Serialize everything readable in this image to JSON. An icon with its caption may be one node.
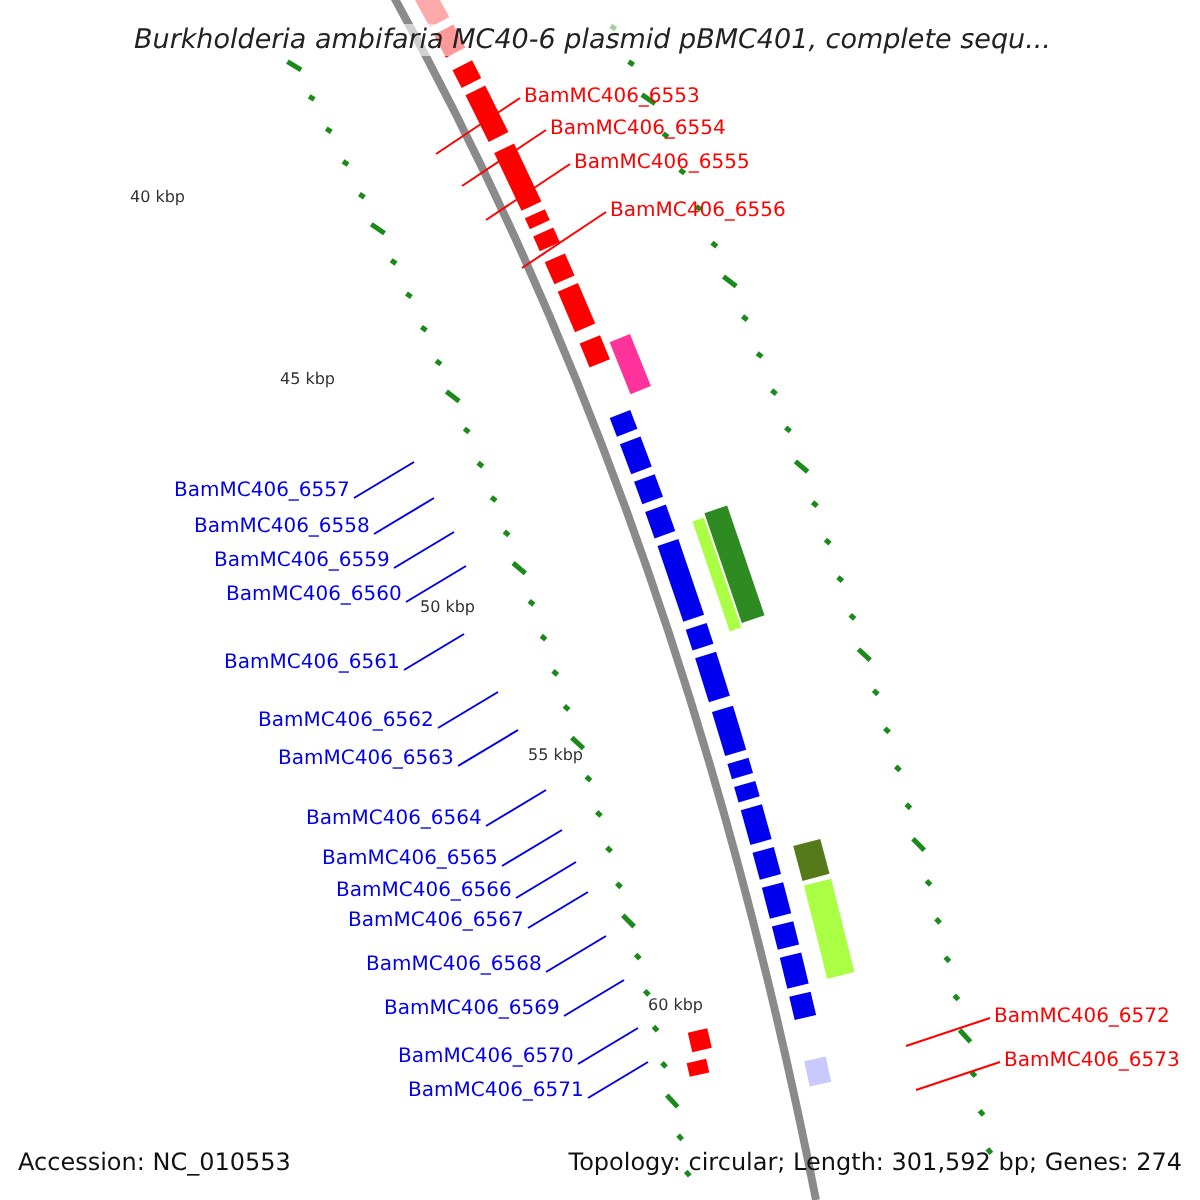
{
  "diagram": {
    "title": "Burkholderia ambifaria MC40-6 plasmid pBMC401, complete sequ...",
    "nodes": [
      {
        "text": [
          "BamMC406_6553"
        ]
      },
      {
        "text": [
          "BamMC406_6554"
        ]
      },
      {
        "text": [
          "BamMC406_6555"
        ]
      },
      {
        "text": [
          "BamMC406_6556"
        ]
      },
      {
        "text": [
          "BamMC406_6557"
        ]
      },
      {
        "text": [
          "BamMC406_6558"
        ]
      },
      {
        "text": [
          "BamMC406_6559"
        ]
      },
      {
        "text": [
          "BamMC406_6560"
        ]
      },
      {
        "text": [
          "BamMC406_6561"
        ]
      },
      {
        "text": [
          "BamMC406_6562"
        ]
      },
      {
        "text": [
          "BamMC406_6563"
        ]
      },
      {
        "text": [
          "BamMC406_6564"
        ]
      },
      {
        "text": [
          "BamMC406_6565"
        ]
      },
      {
        "text": [
          "BamMC406_6566"
        ]
      },
      {
        "text": [
          "BamMC406_6567"
        ]
      },
      {
        "text": [
          "BamMC406_6568"
        ]
      },
      {
        "text": [
          "BamMC406_6569"
        ]
      },
      {
        "text": [
          "BamMC406_6570"
        ]
      },
      {
        "text": [
          "BamMC406_6571"
        ]
      },
      {
        "text": [
          "BamMC406_6572"
        ]
      },
      {
        "text": [
          "BamMC406_6573"
        ]
      }
    ],
    "edges": [
      {
        "from": 0,
        "to": null,
        "arrow": "none",
        "color": "#ff0000"
      },
      {
        "from": 1,
        "to": null,
        "arrow": "none",
        "color": "#ff0000"
      },
      {
        "from": 2,
        "to": null,
        "arrow": "none",
        "color": "#ff0000"
      },
      {
        "from": 3,
        "to": null,
        "arrow": "none",
        "color": "#ff0000"
      },
      {
        "from": 4,
        "to": null,
        "arrow": "none"
      },
      {
        "from": 5,
        "to": null,
        "arrow": "none"
      },
      {
        "from": 6,
        "to": null,
        "arrow": "none"
      },
      {
        "from": 7,
        "to": null,
        "arrow": "none"
      },
      {
        "from": 8,
        "to": null,
        "arrow": "none"
      },
      {
        "from": 9,
        "to": null,
        "arrow": "none"
      },
      {
        "from": 10,
        "to": null,
        "arrow": "none"
      },
      {
        "from": 11,
        "to": null,
        "arrow": "none"
      },
      {
        "from": 12,
        "to": null,
        "arrow": "none"
      },
      {
        "from": 13,
        "to": null,
        "arrow": "none"
      },
      {
        "from": 14,
        "to": null,
        "arrow": "none"
      },
      {
        "from": 15,
        "to": null,
        "arrow": "none"
      },
      {
        "from": 16,
        "to": null,
        "arrow": "none"
      },
      {
        "from": 17,
        "to": null,
        "arrow": "none"
      },
      {
        "from": 18,
        "to": null,
        "arrow": "none"
      },
      {
        "from": 19,
        "to": null,
        "arrow": "none",
        "color": "#ff0000"
      },
      {
        "from": 20,
        "to": null,
        "arrow": "none",
        "color": "#ff0000"
      }
    ],
    "labels": [
      "40 kbp",
      "45 kbp",
      "50 kbp",
      "55 kbp",
      "60 kbp",
      "Accession: NC_010553",
      "Topology: circular; Length: 301,592 bp; Genes: 274"
    ]
  }
}
